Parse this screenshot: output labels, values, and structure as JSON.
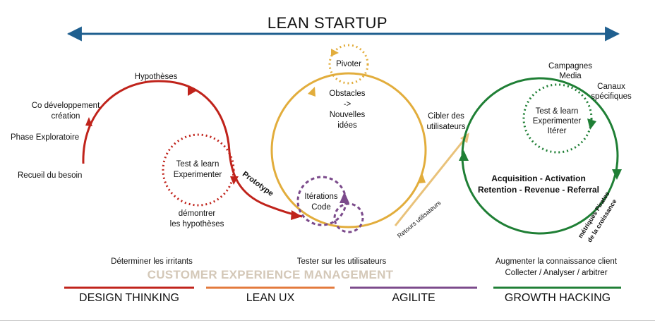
{
  "title": "LEAN STARTUP",
  "design_thinking": {
    "recueil": "Recueil du besoin",
    "exploratoire": "Phase Exploratoire",
    "codev_1": "Co développement",
    "codev_2": "création",
    "hypotheses": "Hypothèses",
    "test_1": "Test & learn",
    "test_2": "Experimenter",
    "demontrer_1": "démontrer",
    "demontrer_2": "les hypothèses",
    "prototype": "Prototype"
  },
  "lean_ux": {
    "pivoter": "Pivoter",
    "obstacles_1": "Obstacles",
    "obstacles_2": "->",
    "obstacles_3": "Nouvelles",
    "obstacles_4": "idées",
    "iterations_1": "Itérations",
    "iterations_2": "Code",
    "retours": "Retours utilisateurs",
    "cibler_1": "Cibler des",
    "cibler_2": "utilisateurs"
  },
  "growth": {
    "campagnes_1": "Campagnes",
    "campagnes_2": "Media",
    "canaux_1": "Canaux",
    "canaux_2": "spécifiques",
    "test_1": "Test & learn",
    "test_2": "Experimenter",
    "test_3": "Itérer",
    "aarrr_1": "Acquisition - Activation",
    "aarrr_2": "Retention - Revenue - Referral",
    "metriques_1": "métriques Pirates",
    "metriques_2": "de la croissance"
  },
  "bottom": {
    "determiner": "Déterminer les irritants",
    "tester": "Tester sur les utilisateurs",
    "augmenter": "Augmenter la connaissance client",
    "collecter": "Collecter / Analyser / arbitrer",
    "cxm": "CUSTOMER EXPERIENCE MANAGEMENT"
  },
  "phases": [
    "DESIGN THINKING",
    "LEAN UX",
    "AGILITE",
    "GROWTH HACKING"
  ],
  "colors": {
    "blue": "#1f5f8f",
    "red": "#c0231b",
    "orange": "#e37a3c",
    "gold": "#e2ad3c",
    "purple": "#7b4a8b",
    "green": "#1f7f35"
  }
}
